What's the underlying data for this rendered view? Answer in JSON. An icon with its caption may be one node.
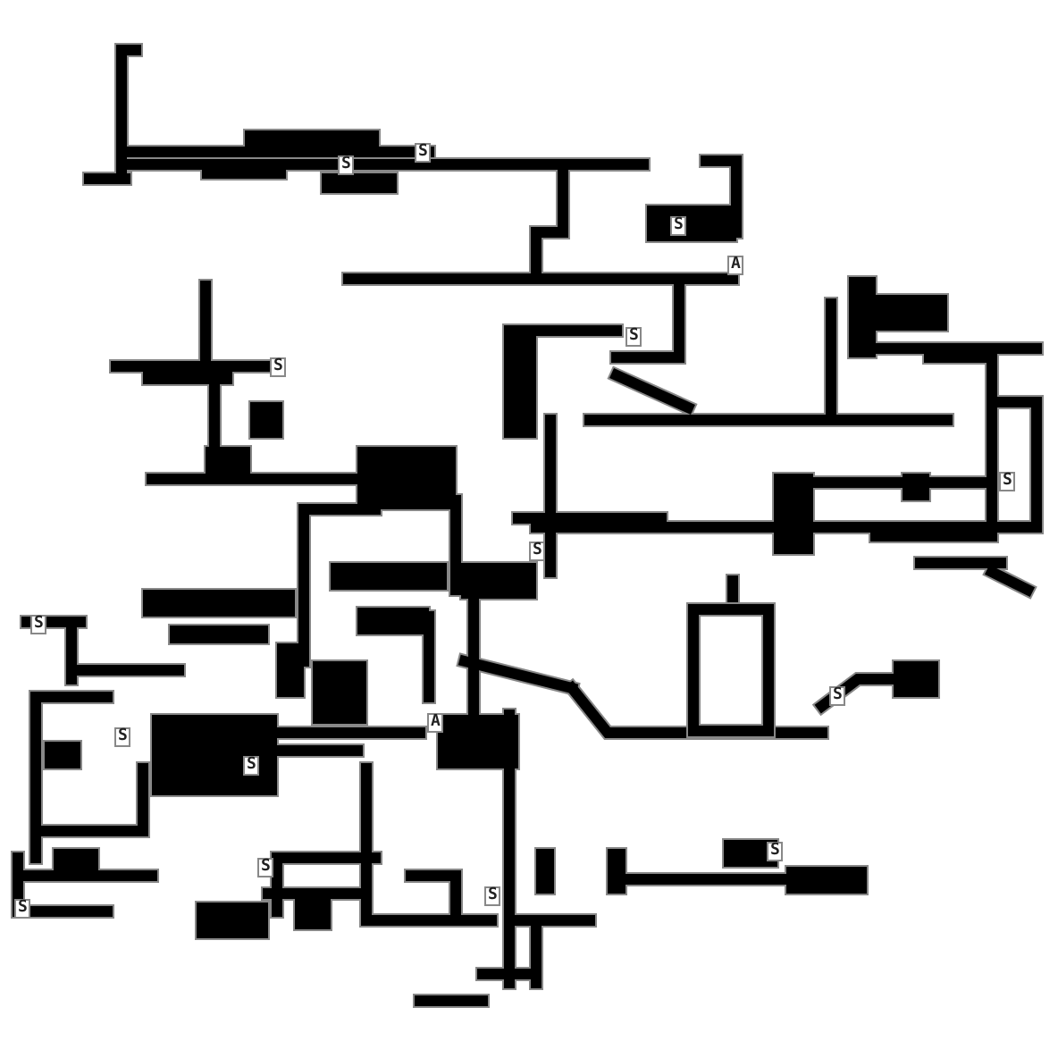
{
  "diagram": {
    "labels": [
      "S",
      "S",
      "S",
      "A",
      "S",
      "S",
      "S",
      "S",
      "S",
      "S",
      "A",
      "S",
      "S",
      "S",
      "S",
      "S",
      "S"
    ]
  }
}
